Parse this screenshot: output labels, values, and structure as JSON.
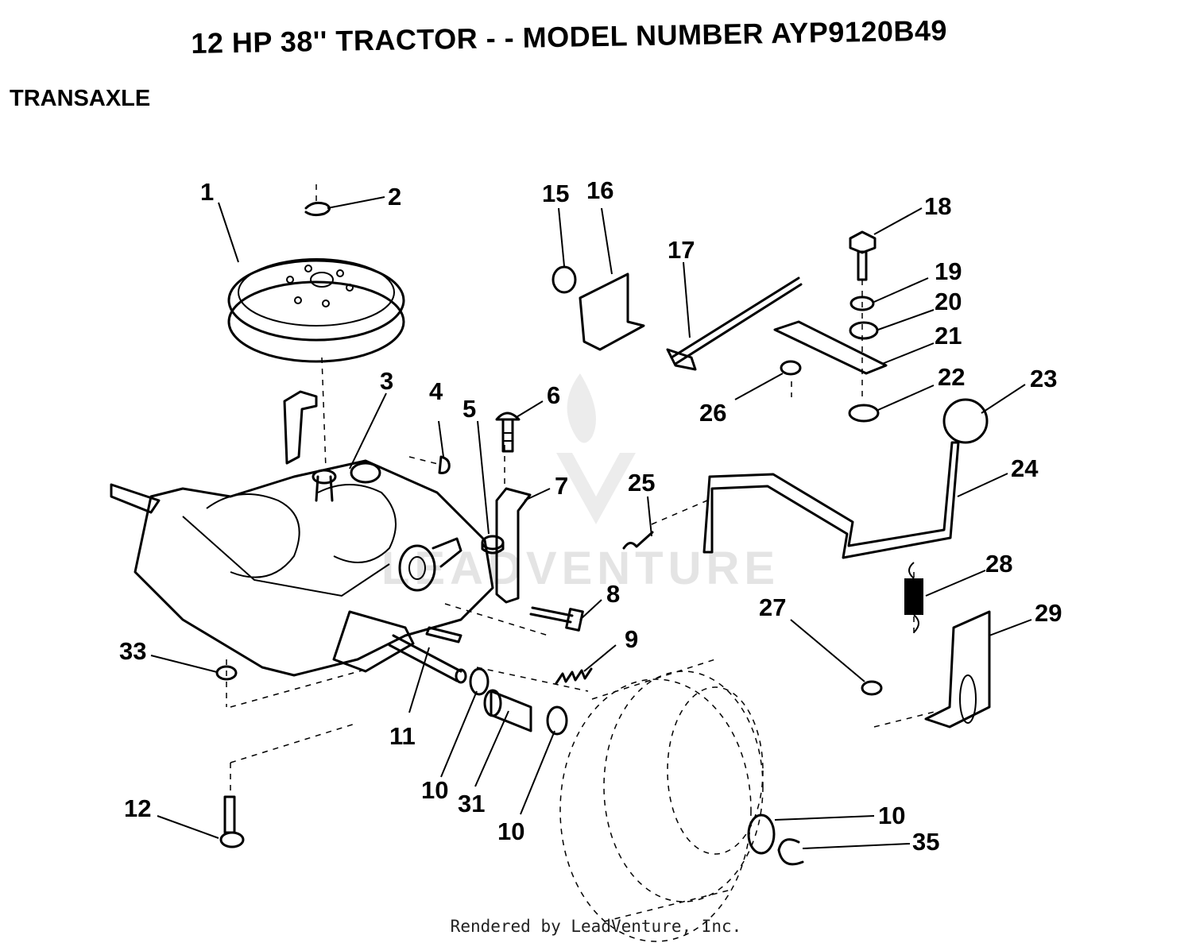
{
  "header": {
    "title": "12 HP 38'' TRACTOR - - MODEL NUMBER AYP9120B49",
    "section": "TRANSAXLE"
  },
  "watermark": "LEADVENTURE",
  "footer": "Rendered by LeadVenture, Inc.",
  "callouts": [
    {
      "id": "c1",
      "label": "1"
    },
    {
      "id": "c2",
      "label": "2"
    },
    {
      "id": "c3",
      "label": "3"
    },
    {
      "id": "c4",
      "label": "4"
    },
    {
      "id": "c5",
      "label": "5"
    },
    {
      "id": "c6",
      "label": "6"
    },
    {
      "id": "c7",
      "label": "7"
    },
    {
      "id": "c8",
      "label": "8"
    },
    {
      "id": "c9",
      "label": "9"
    },
    {
      "id": "c10a",
      "label": "10"
    },
    {
      "id": "c10b",
      "label": "10"
    },
    {
      "id": "c10c",
      "label": "10"
    },
    {
      "id": "c11",
      "label": "11"
    },
    {
      "id": "c12",
      "label": "12"
    },
    {
      "id": "c15",
      "label": "15"
    },
    {
      "id": "c16",
      "label": "16"
    },
    {
      "id": "c17",
      "label": "17"
    },
    {
      "id": "c18",
      "label": "18"
    },
    {
      "id": "c19",
      "label": "19"
    },
    {
      "id": "c20",
      "label": "20"
    },
    {
      "id": "c21",
      "label": "21"
    },
    {
      "id": "c22",
      "label": "22"
    },
    {
      "id": "c23",
      "label": "23"
    },
    {
      "id": "c24",
      "label": "24"
    },
    {
      "id": "c25",
      "label": "25"
    },
    {
      "id": "c26",
      "label": "26"
    },
    {
      "id": "c27",
      "label": "27"
    },
    {
      "id": "c28",
      "label": "28"
    },
    {
      "id": "c29",
      "label": "29"
    },
    {
      "id": "c31",
      "label": "31"
    },
    {
      "id": "c33",
      "label": "33"
    },
    {
      "id": "c35",
      "label": "35"
    }
  ]
}
